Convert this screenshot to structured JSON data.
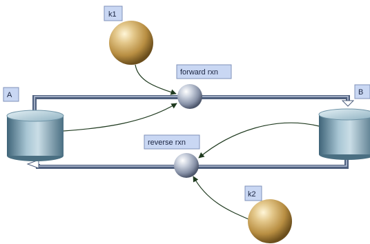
{
  "diagram": {
    "species": [
      {
        "id": "A",
        "label": "A"
      },
      {
        "id": "B",
        "label": "B"
      }
    ],
    "parameters": [
      {
        "id": "k1",
        "label": "k1"
      },
      {
        "id": "k2",
        "label": "k2"
      }
    ],
    "reactions": [
      {
        "id": "forward",
        "label": "forward rxn"
      },
      {
        "id": "reverse",
        "label": "reverse rxn"
      }
    ],
    "colors": {
      "pipe": "#5c6f8f",
      "pipe_highlight": "#b9c6dc",
      "tank": "#7fa6b9",
      "parameter_sphere": "#c9a45c",
      "reaction_sphere": "#aab3c7",
      "signal_arrow": "#1f3a1f",
      "label_fill": "#c9d7f3"
    }
  }
}
